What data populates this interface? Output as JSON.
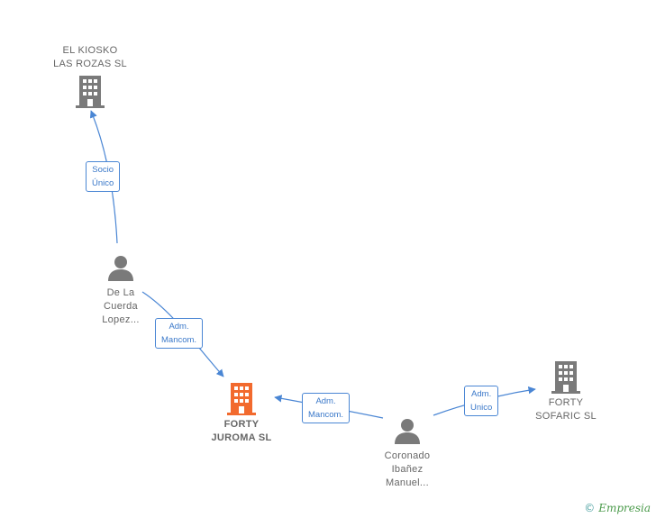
{
  "nodes": {
    "el_kiosko": {
      "line1": "EL KIOSKO",
      "line2": "LAS ROZAS  SL"
    },
    "forty_juroma": {
      "line1": "FORTY",
      "line2": "JUROMA  SL"
    },
    "forty_sofaric": {
      "line1": "FORTY",
      "line2": "SOFARIC  SL"
    },
    "de_la_cuerda": {
      "line1": "De La",
      "line2": "Cuerda",
      "line3": "Lopez..."
    },
    "coronado": {
      "line1": "Coronado",
      "line2": "Ibañez",
      "line3": "Manuel..."
    }
  },
  "edges": {
    "socio_unico": {
      "line1": "Socio",
      "line2": "Único"
    },
    "adm_mancom_1": {
      "line1": "Adm.",
      "line2": "Mancom."
    },
    "adm_mancom_2": {
      "line1": "Adm.",
      "line2": "Mancom."
    },
    "adm_unico": {
      "line1": "Adm.",
      "line2": "Unico"
    }
  },
  "colors": {
    "company": "#7a7a7a",
    "focus_company": "#f26a2e",
    "person": "#7a7a7a",
    "edge": "#4a86d4"
  },
  "icons": {
    "company": "building-icon",
    "person": "person-icon"
  },
  "brand": {
    "symbol": "©",
    "name": "Empresia"
  }
}
